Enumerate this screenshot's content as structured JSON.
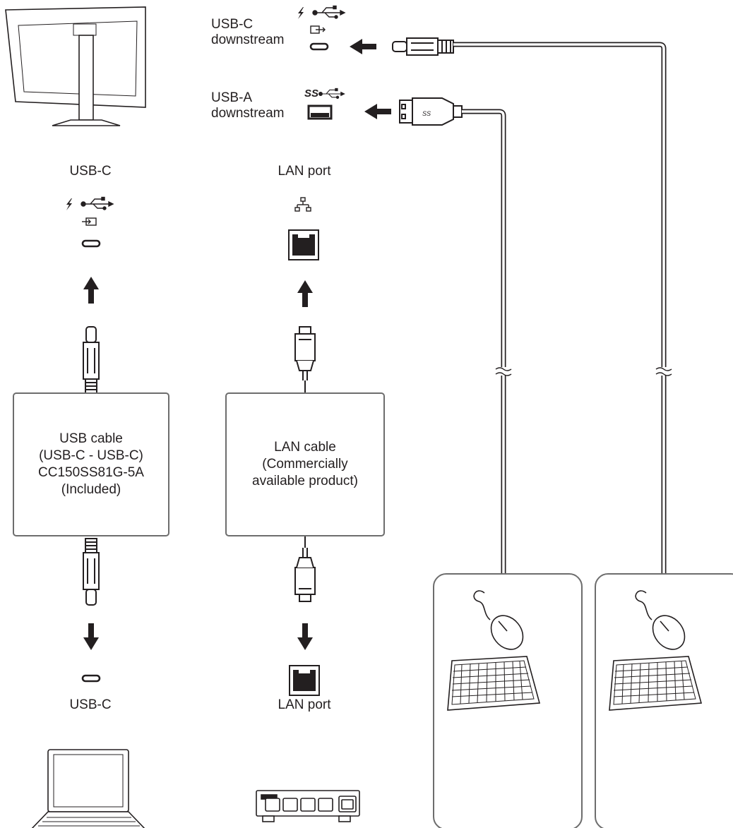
{
  "monitor": {
    "usb_c_label": "USB-C",
    "lan_label": "LAN port",
    "usbc_downstream_label": "USB-C\ndownstream",
    "usba_downstream_label": "USB-A\ndownstream"
  },
  "usb_cable": {
    "text": "USB cable\n(USB-C - USB-C)\nCC150SS81G-5A\n(Included)"
  },
  "lan_cable": {
    "text": "LAN cable\n(Commercially\navailable product)"
  },
  "computer": {
    "usb_c_label": "USB-C"
  },
  "hub": {
    "lan_label": "LAN port"
  },
  "icons": {
    "power": "lightning-icon",
    "usb": "usb-trident-icon",
    "ss_usb": "superspeed-usb-icon",
    "input": "display-input-icon",
    "network": "network-icon"
  },
  "colors": {
    "line": "#231f20",
    "box_border": "#6d6d6d"
  }
}
